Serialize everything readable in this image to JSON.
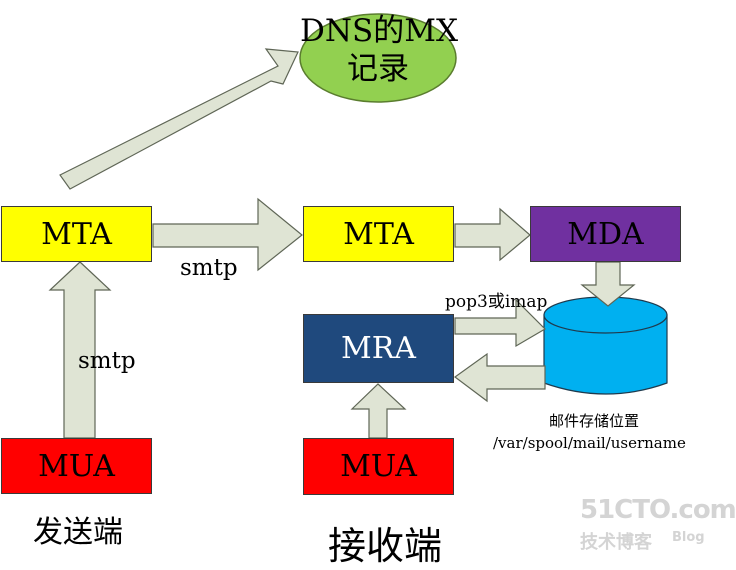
{
  "colors": {
    "mta": "#ffff00",
    "mua": "#ff0000",
    "mda": "#7030a0",
    "mra": "#1f497d",
    "dns": "#92d050",
    "storage": "#00b0f0",
    "arrow_fill": "#dfe4d4",
    "arrow_stroke": "#5f6656"
  },
  "dns": {
    "line1": "DNS的MX",
    "line2": "记录"
  },
  "sender": {
    "mta": "MTA",
    "mua": "MUA",
    "protocol": "smtp",
    "caption": "发送端"
  },
  "receiver": {
    "mta": "MTA",
    "mda": "MDA",
    "mra": "MRA",
    "mua": "MUA",
    "protocol_between_mta": "smtp",
    "retrieval_protocol": "pop3或imap",
    "storage_label": "邮件存储位置",
    "storage_path": "/var/spool/mail/username",
    "caption": "接收端"
  },
  "watermark": {
    "line1": "51CTO.com",
    "line2": "技术博客",
    "line3": "Blog"
  }
}
